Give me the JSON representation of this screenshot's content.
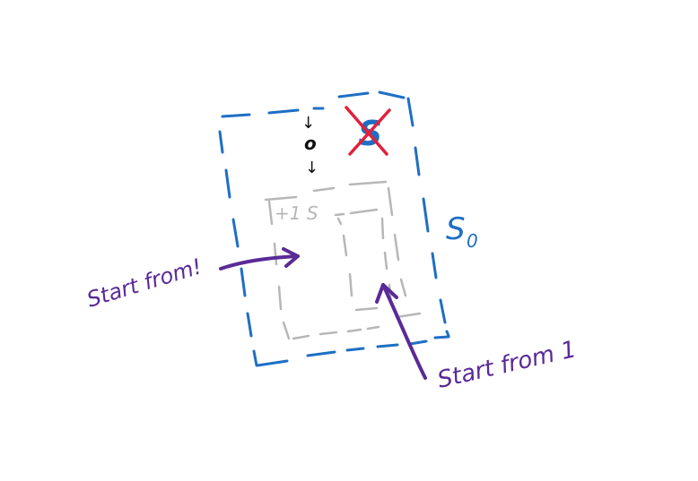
{
  "diagram": {
    "outer_box_label": "S",
    "outer_box_subscript": "0",
    "inner_box_label": "+1 S",
    "crossed_symbol": "S",
    "left_stack": {
      "top": "↓",
      "middle": "o",
      "bottom": "↓"
    },
    "annotation_left": "Start from!",
    "annotation_right": "Start from 1"
  },
  "colors": {
    "outer_box": "#1e6fc4",
    "inner_box": "#b7b7b7",
    "cross": "#e0213b",
    "annotation": "#5a2a96",
    "ink": "#111111"
  }
}
